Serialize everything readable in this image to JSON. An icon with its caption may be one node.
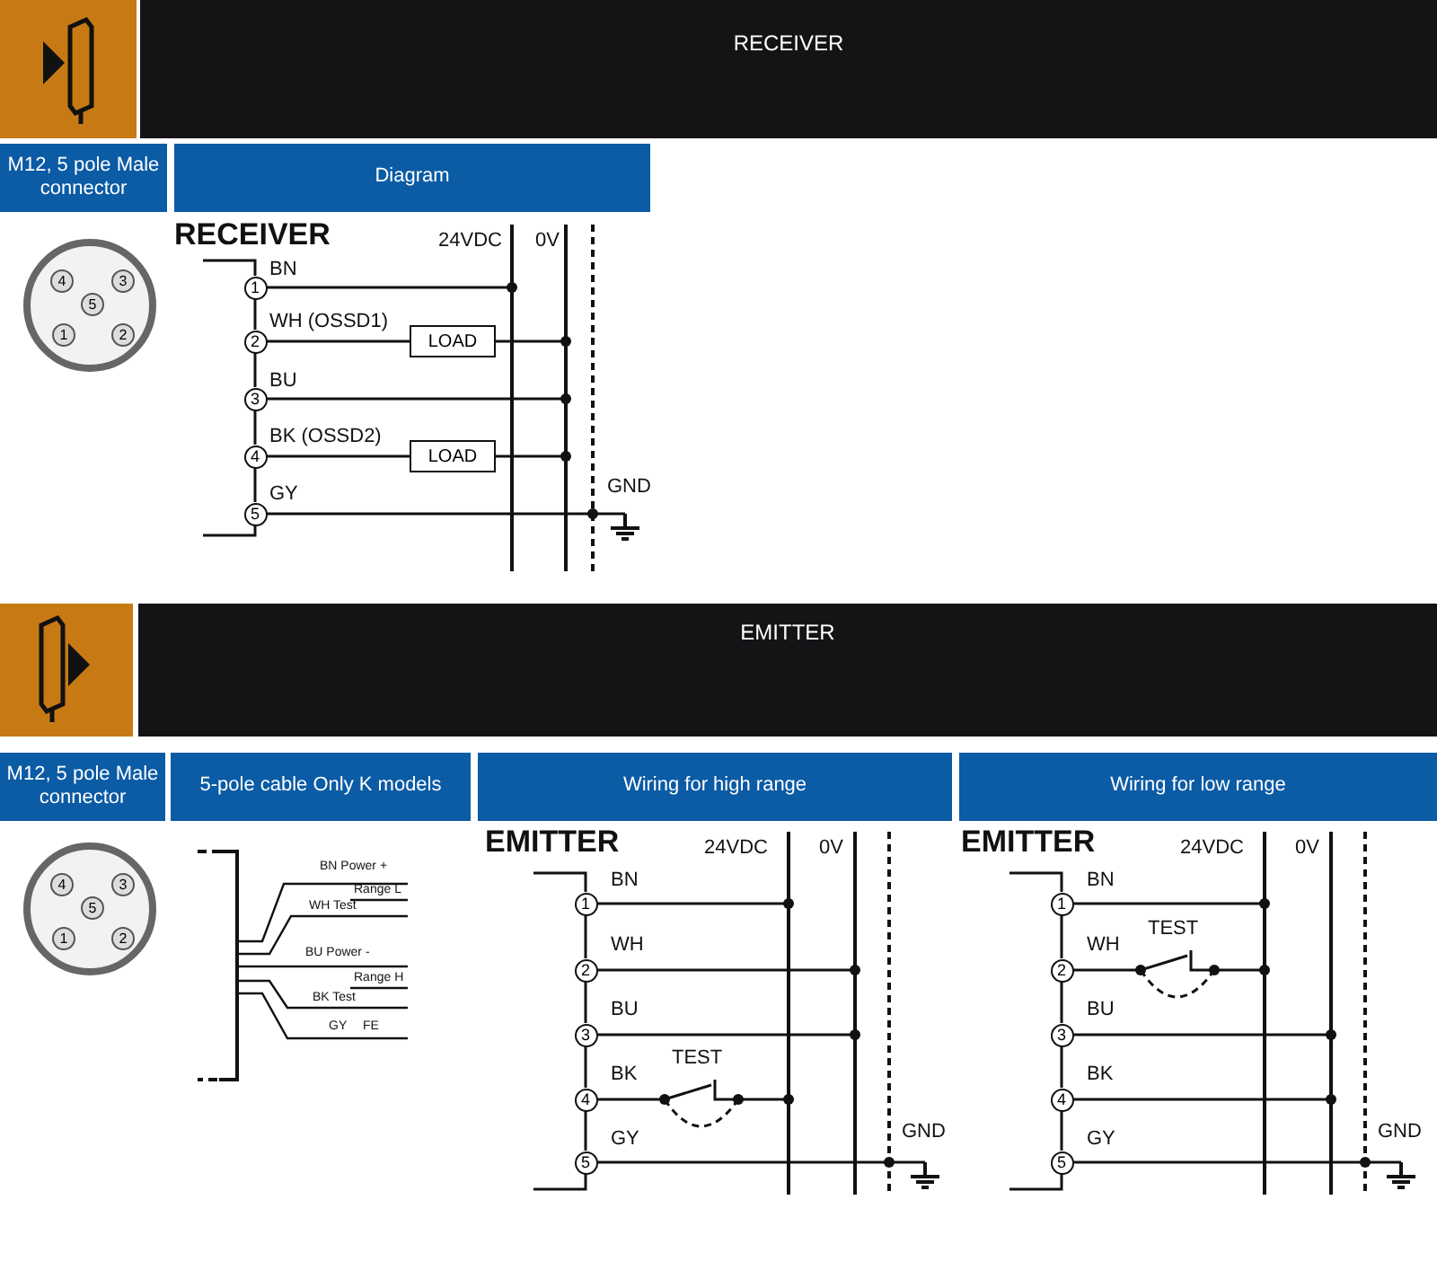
{
  "diagram": {
    "nodes": [
      {
        "text": [
          "RECEIVER"
        ]
      },
      {
        "text": [
          "M12, 5 pole Male connector"
        ]
      },
      {
        "text": [
          "Diagram"
        ]
      },
      {
        "text": [],
        "shape": "circle"
      },
      {
        "text": [
          "4"
        ],
        "in": 3
      },
      {
        "text": [
          "3"
        ],
        "in": 3
      },
      {
        "text": [
          "5"
        ],
        "in": 3
      },
      {
        "text": [
          "1"
        ],
        "in": 3
      },
      {
        "text": [
          "2"
        ],
        "in": 3
      },
      {
        "text": [
          "1"
        ]
      },
      {
        "text": [
          "2"
        ]
      },
      {
        "text": [
          "3"
        ]
      },
      {
        "text": [
          "4"
        ]
      },
      {
        "text": [
          "5"
        ]
      },
      {
        "text": [
          "LOAD"
        ]
      },
      {
        "text": [
          "LOAD"
        ]
      },
      {
        "text": [
          "EMITTER"
        ]
      },
      {
        "text": [
          "M12, 5 pole Male connector"
        ]
      },
      {
        "text": [
          "5-pole cable Only K models"
        ]
      },
      {
        "text": [
          "Wiring for high range"
        ]
      },
      {
        "text": [
          "Wiring for low range"
        ]
      },
      {
        "text": [],
        "shape": "circle"
      },
      {
        "text": [
          "4"
        ],
        "in": 21
      },
      {
        "text": [
          "3"
        ],
        "in": 21
      },
      {
        "text": [
          "5"
        ],
        "in": 21
      },
      {
        "text": [
          "1"
        ],
        "in": 21
      },
      {
        "text": [
          "2"
        ],
        "in": 21
      },
      {
        "text": [
          "1"
        ]
      },
      {
        "text": [
          "2"
        ]
      },
      {
        "text": [
          "3"
        ]
      },
      {
        "text": [
          "4"
        ]
      },
      {
        "text": [
          "5"
        ]
      },
      {
        "text": [
          "1"
        ]
      },
      {
        "text": [
          "2"
        ]
      },
      {
        "text": [
          "3"
        ]
      },
      {
        "text": [
          "4"
        ]
      },
      {
        "text": [
          "5"
        ]
      }
    ],
    "edges": [
      {
        "from": 9,
        "to": 10,
        "arrow": "none"
      },
      {
        "from": 10,
        "to": 11,
        "arrow": "none"
      },
      {
        "from": 11,
        "to": 12,
        "arrow": "none"
      },
      {
        "from": 12,
        "to": 13,
        "arrow": "none"
      },
      {
        "from": 10,
        "to": 14,
        "arrow": "none"
      },
      {
        "from": 12,
        "to": 15,
        "arrow": "none"
      },
      {
        "from": 27,
        "to": 28,
        "arrow": "none"
      },
      {
        "from": 28,
        "to": 29,
        "arrow": "none"
      },
      {
        "from": 29,
        "to": 30,
        "arrow": "none"
      },
      {
        "from": 30,
        "to": 31,
        "arrow": "none"
      },
      {
        "from": 32,
        "to": 33,
        "arrow": "none"
      },
      {
        "from": 33,
        "to": 34,
        "arrow": "none"
      },
      {
        "from": 34,
        "to": 35,
        "arrow": "none"
      },
      {
        "from": 35,
        "to": 36,
        "arrow": "none"
      }
    ],
    "labels": [
      "RECEIVER",
      "24VDC",
      "0V",
      "BN",
      "WH (OSSD1)",
      "BU",
      "BK (OSSD2)",
      "GY",
      "GND",
      "BN Power +",
      "Range L",
      "WH Test",
      "BU Power -",
      "Range H",
      "BK Test",
      "GY",
      "FE",
      "EMITTER",
      "24VDC",
      "0V",
      "BN",
      "WH",
      "BU",
      "TEST",
      "BK",
      "GY",
      "GND",
      "EMITTER",
      "24VDC",
      "0V",
      "BN",
      "WH",
      "TEST",
      "BU",
      "BK",
      "GY",
      "GND"
    ]
  }
}
